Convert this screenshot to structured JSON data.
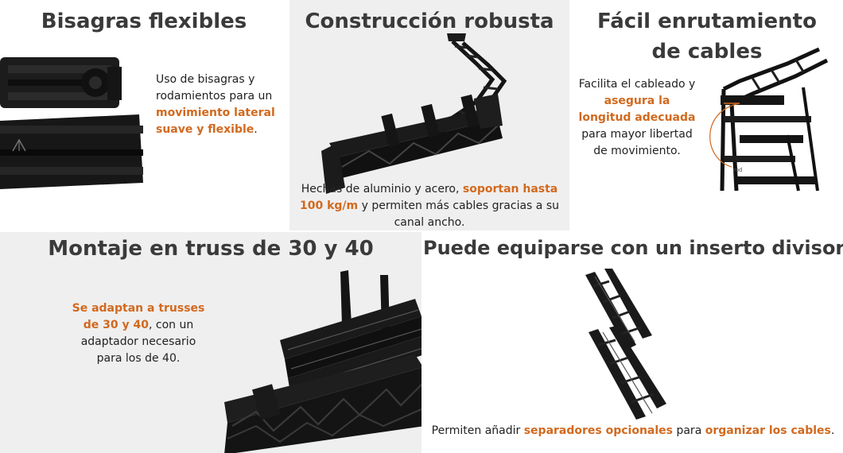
{
  "panels": {
    "hinges": {
      "title": "Bisagras flexibles",
      "text": [
        "Uso de bisagras y rodamientos para un ",
        "movimiento lateral suave y flexible",
        "."
      ]
    },
    "construction": {
      "title": "Construcción robusta",
      "text": [
        "Hechas de aluminio y acero, ",
        "soportan hasta 100 kg/m",
        " y permiten más cables gracias a su canal ancho."
      ]
    },
    "routing": {
      "title_line1": "Fácil enrutamiento",
      "title_line2": "de cables",
      "text": [
        "Facilita el cableado y ",
        "asegura la longitud adecuada",
        " para mayor libertad de movimiento."
      ],
      "rod_label": "rod"
    },
    "truss": {
      "title": "Montaje en truss de 30 y 40",
      "text": [
        "Se adaptan a trusses de 30 y 40",
        ", con un adaptador necesario para los de 40."
      ]
    },
    "divider": {
      "title": "Puede equiparse con un inserto divisor",
      "text": [
        "Permiten añadir ",
        "separadores opcionales",
        " para ",
        "organizar los cables",
        "."
      ]
    }
  },
  "colors": {
    "accent": "#d2691e",
    "panel_gray": "#efefef",
    "title": "#3a3a3a"
  }
}
